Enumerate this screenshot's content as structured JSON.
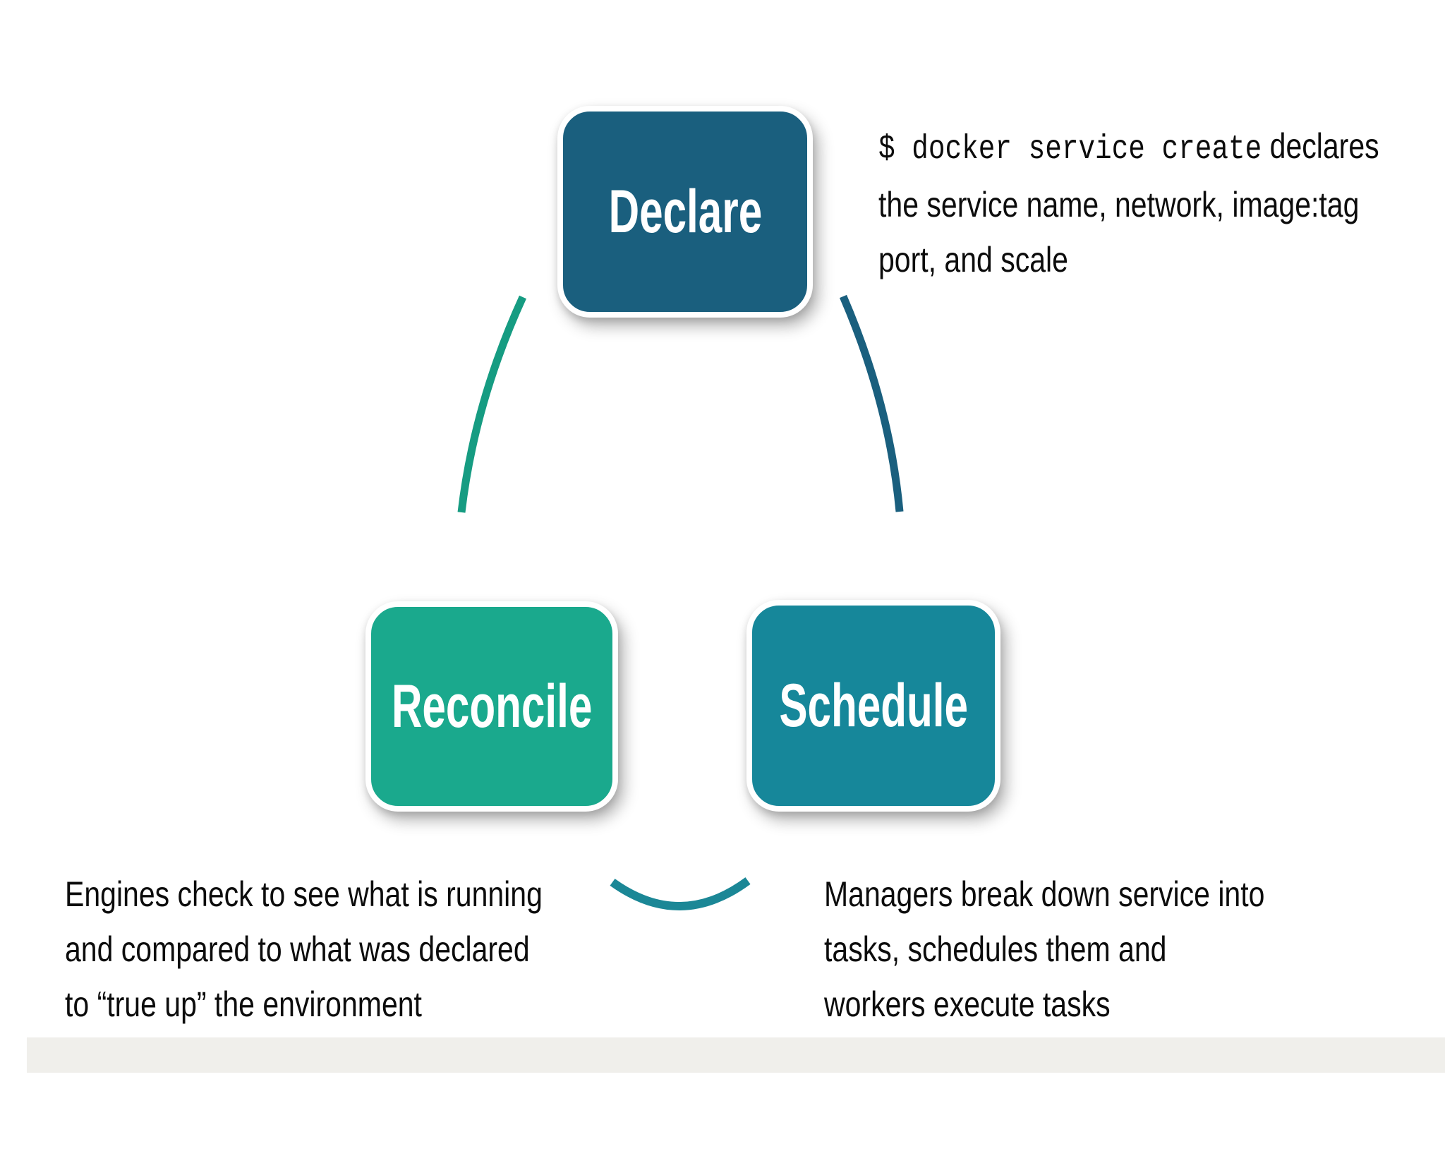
{
  "page": {
    "background": "#ffffff",
    "footer_bar_color": "#f0efeb"
  },
  "nodes": {
    "declare": {
      "label": "Declare",
      "color": "#1a5f7e"
    },
    "schedule": {
      "label": "Schedule",
      "color": "#16879a"
    },
    "reconcile": {
      "label": "Reconcile",
      "color": "#1aa98d"
    }
  },
  "captions": {
    "declare": {
      "command": "$ docker service create",
      "command_rest": " declares",
      "lines": [
        "the service name, network, image:tag",
        "port, and scale"
      ]
    },
    "schedule": {
      "lines": [
        "Managers break down service into",
        "tasks, schedules them and",
        "workers execute tasks"
      ]
    },
    "reconcile": {
      "lines": [
        "Engines check to see what is running",
        "and compared to what was declared",
        "to “true up” the environment"
      ]
    }
  },
  "arcs": {
    "reconcile_to_declare": {
      "color": "#169c82"
    },
    "declare_to_schedule": {
      "color": "#1a5f7e"
    },
    "schedule_to_reconcile": {
      "color": "#1b8796"
    }
  }
}
